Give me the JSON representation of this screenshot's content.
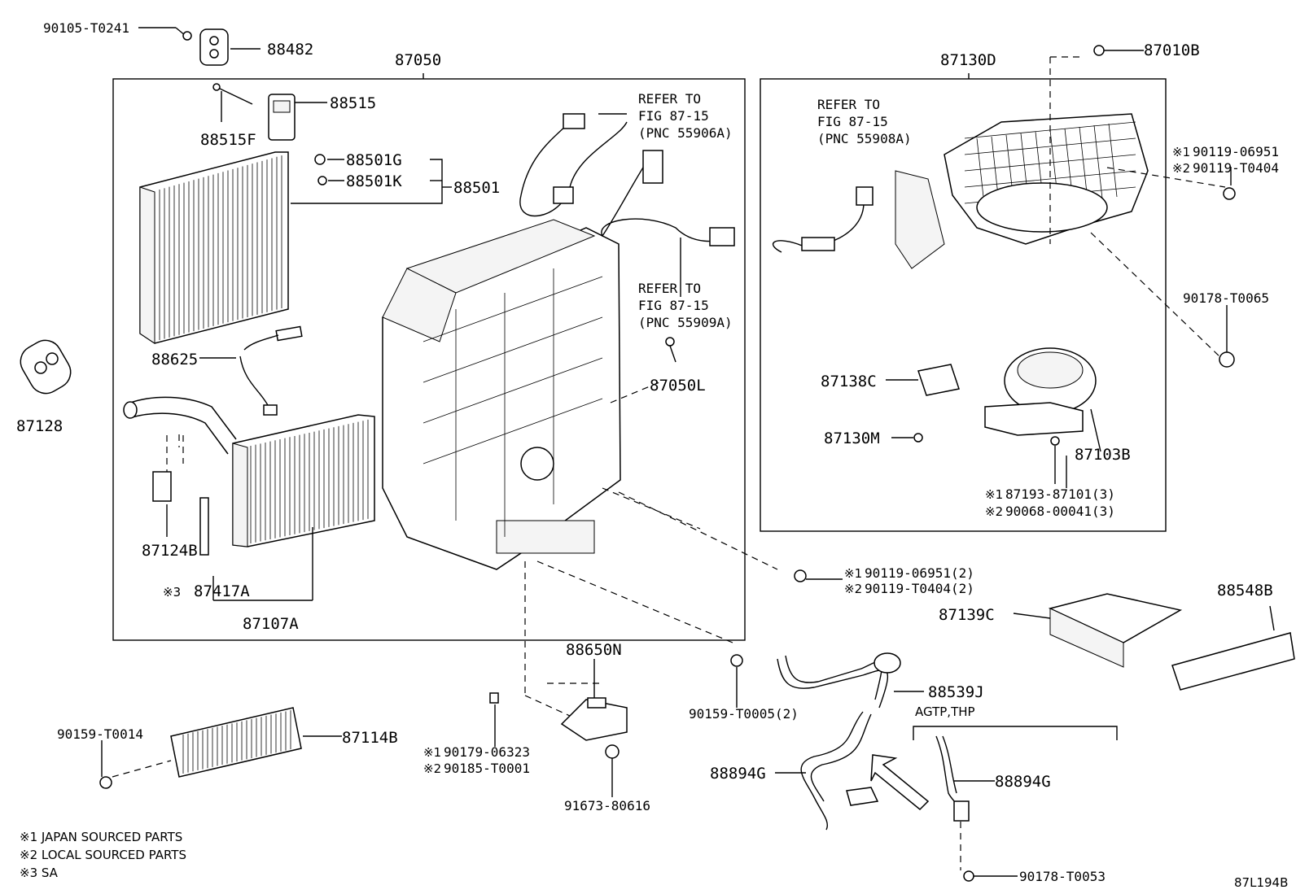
{
  "labels": {
    "p90105_T0241": "90105-T0241",
    "p88482": "88482",
    "p87050": "87050",
    "p88515": "88515",
    "p88515F": "88515F",
    "p88501G": "88501G",
    "p88501K": "88501K",
    "p88501": "88501",
    "refer1_l1": "REFER TO",
    "refer1_l2": "FIG 87-15",
    "refer1_l3": "(PNC 55906A)",
    "refer2_l1": "REFER TO",
    "refer2_l2": "FIG 87-15",
    "refer2_l3": "(PNC 55909A)",
    "p88625": "88625",
    "p87050L": "87050L",
    "p87128": "87128",
    "p87124B": "87124B",
    "p87417A": "87417A",
    "p87107A": "87107A",
    "p87130D": "87130D",
    "p87010B": "87010B",
    "refer3_l1": "REFER TO",
    "refer3_l2": "FIG 87-15",
    "refer3_l3": "(PNC 55908A)",
    "r1_90119_06951": "90119-06951",
    "r2_90119_T0404": "90119-T0404",
    "p90178_T0065": "90178-T0065",
    "p87138C": "87138C",
    "p87130M": "87130M",
    "p87103B": "87103B",
    "r1_87193_87101": "87193-87101(3)",
    "r2_90068_00041": "90068-00041(3)",
    "c1_90119_06951": "90119-06951(2)",
    "c2_90119_T0404": "90119-T0404(2)",
    "p88548B": "88548B",
    "p87139C": "87139C",
    "p88650N": "88650N",
    "p90159_T0005": "90159-T0005(2)",
    "p88539J": "88539J",
    "agtp": "AGTP,THP",
    "p90159_T0014": "90159-T0014",
    "p87114B": "87114B",
    "r1_90179_06323": "90179-06323",
    "r2_90185_T0001": "90185-T0001",
    "p88894G_a": "88894G",
    "p88894G_b": "88894G",
    "p91673_80616": "91673-80616",
    "p90178_T0053": "90178-T0053",
    "mark1": "※1",
    "mark2": "※2",
    "mark3": "※3",
    "legend1": "※1 JAPAN SOURCED PARTS",
    "legend2": "※2 LOCAL SOURCED PARTS",
    "legend3": "※3 SA",
    "figure_code": "87L194B"
  }
}
